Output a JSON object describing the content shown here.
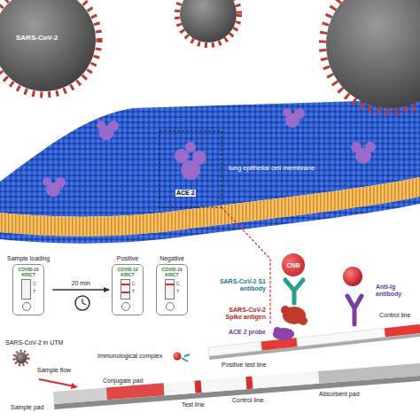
{
  "diagram": {
    "nodes": [
      {
        "text": [
          "Sample loading",
          "COVID-19 KRICT",
          "C",
          "T"
        ]
      },
      {
        "text": [
          "Positive",
          "COVID-19 KRICT",
          "C",
          "T"
        ]
      },
      {
        "text": [
          "Negative",
          "COVID-19 KRICT",
          "C",
          "T"
        ]
      },
      {
        "text": [
          "CNB"
        ]
      }
    ],
    "edges": [
      {
        "from": 0,
        "to": 1,
        "arrow": "to",
        "label": "20 min"
      }
    ],
    "labels": [
      "SARS-CoV-2",
      "ACE 2",
      "lung epithelial cell membrane",
      "SARS-CoV-2 S1 antibody",
      "SARS-CoV-2 Spike antigen",
      "ACE 2 probe",
      "Anti-Ig antibody",
      "Control line",
      "Positive test line",
      "SARS-CoV-2 in UTM",
      "Sample flow",
      "Immunological complex",
      "Sample pad",
      "Conjugate pad",
      "Test line",
      "Control line",
      "Absorbent pad"
    ]
  }
}
